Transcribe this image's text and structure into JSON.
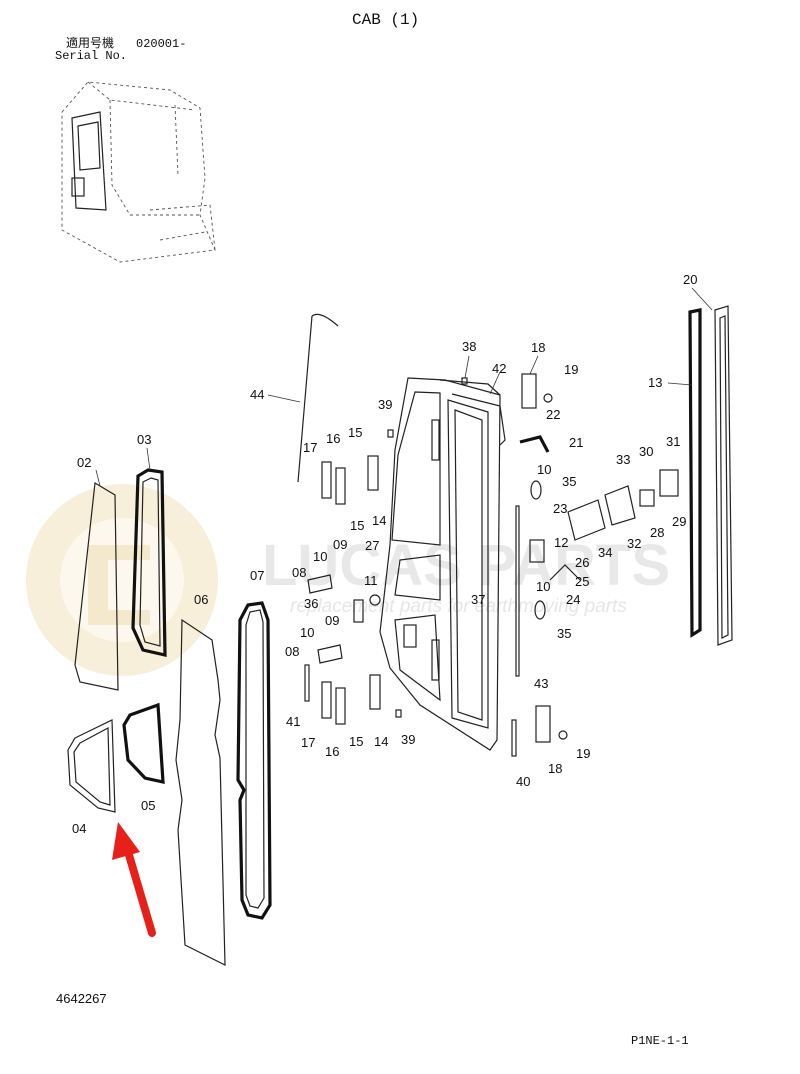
{
  "header": {
    "title": "CAB (1)",
    "serial_jp": "適用号機",
    "serial_no": "020001-",
    "serial_en": "Serial No."
  },
  "footer": {
    "part_no": "4642267",
    "page_ref": "P1NE-1-1"
  },
  "watermark": {
    "brand": "LUCAS PARTS",
    "tagline": "replacement parts for earthmoving parts"
  },
  "labels": [
    {
      "id": "l02",
      "text": "02"
    },
    {
      "id": "l03",
      "text": "03"
    },
    {
      "id": "l04",
      "text": "04"
    },
    {
      "id": "l05",
      "text": "05"
    },
    {
      "id": "l06",
      "text": "06"
    },
    {
      "id": "l07",
      "text": "07"
    },
    {
      "id": "l08a",
      "text": "08"
    },
    {
      "id": "l08b",
      "text": "08"
    },
    {
      "id": "l09a",
      "text": "09"
    },
    {
      "id": "l09b",
      "text": "09"
    },
    {
      "id": "l10a",
      "text": "10"
    },
    {
      "id": "l10b",
      "text": "10"
    },
    {
      "id": "l10c",
      "text": "10"
    },
    {
      "id": "l10d",
      "text": "10"
    },
    {
      "id": "l11",
      "text": "11"
    },
    {
      "id": "l12",
      "text": "12"
    },
    {
      "id": "l13",
      "text": "13"
    },
    {
      "id": "l14a",
      "text": "14"
    },
    {
      "id": "l14b",
      "text": "14"
    },
    {
      "id": "l15a",
      "text": "15"
    },
    {
      "id": "l15b",
      "text": "15"
    },
    {
      "id": "l15c",
      "text": "15"
    },
    {
      "id": "l16a",
      "text": "16"
    },
    {
      "id": "l16b",
      "text": "16"
    },
    {
      "id": "l17a",
      "text": "17"
    },
    {
      "id": "l17b",
      "text": "17"
    },
    {
      "id": "l18a",
      "text": "18"
    },
    {
      "id": "l18b",
      "text": "18"
    },
    {
      "id": "l19a",
      "text": "19"
    },
    {
      "id": "l19b",
      "text": "19"
    },
    {
      "id": "l20",
      "text": "20"
    },
    {
      "id": "l21",
      "text": "21"
    },
    {
      "id": "l22",
      "text": "22"
    },
    {
      "id": "l23",
      "text": "23"
    },
    {
      "id": "l24",
      "text": "24"
    },
    {
      "id": "l25",
      "text": "25"
    },
    {
      "id": "l26",
      "text": "26"
    },
    {
      "id": "l27",
      "text": "27"
    },
    {
      "id": "l28",
      "text": "28"
    },
    {
      "id": "l29",
      "text": "29"
    },
    {
      "id": "l30",
      "text": "30"
    },
    {
      "id": "l31",
      "text": "31"
    },
    {
      "id": "l32",
      "text": "32"
    },
    {
      "id": "l33",
      "text": "33"
    },
    {
      "id": "l34",
      "text": "34"
    },
    {
      "id": "l35a",
      "text": "35"
    },
    {
      "id": "l35b",
      "text": "35"
    },
    {
      "id": "l36",
      "text": "36"
    },
    {
      "id": "l37",
      "text": "37"
    },
    {
      "id": "l38",
      "text": "38"
    },
    {
      "id": "l39a",
      "text": "39"
    },
    {
      "id": "l39b",
      "text": "39"
    },
    {
      "id": "l40",
      "text": "40"
    },
    {
      "id": "l41",
      "text": "41"
    },
    {
      "id": "l42",
      "text": "42"
    },
    {
      "id": "l43",
      "text": "43"
    },
    {
      "id": "l44",
      "text": "44"
    }
  ],
  "colors": {
    "highlight_arrow": "#e8201a",
    "watermark_logo": "#f1dfb5",
    "watermark_text": "#cfcfcf"
  }
}
